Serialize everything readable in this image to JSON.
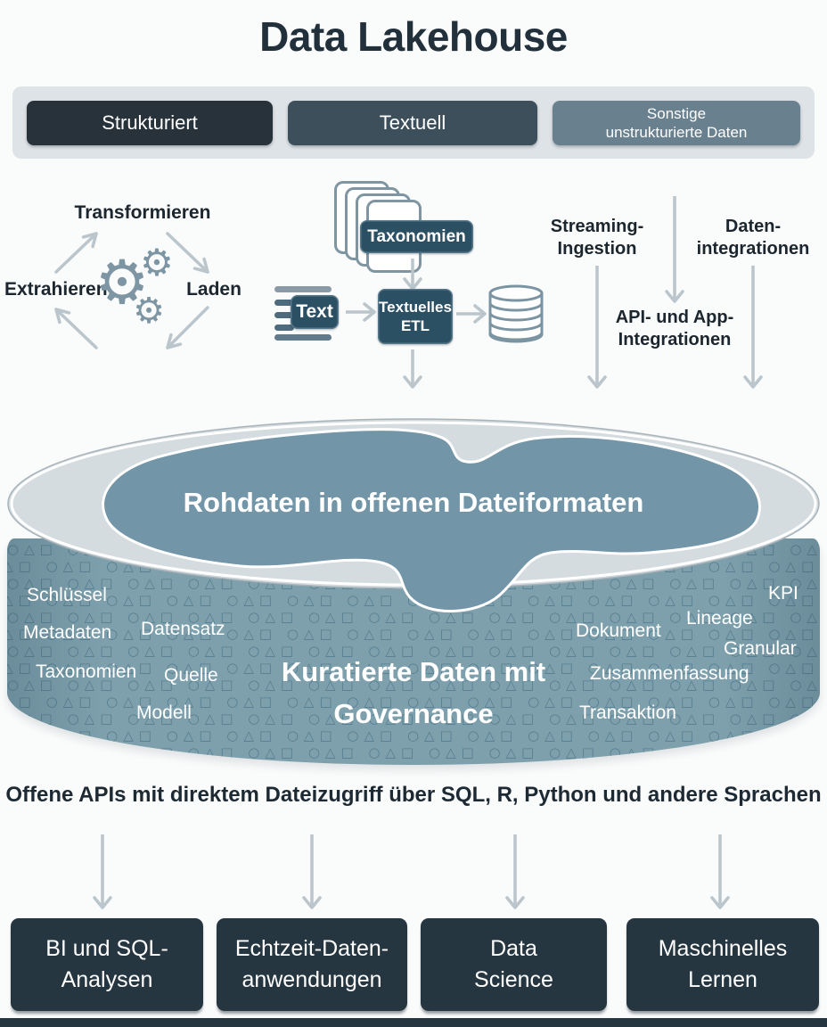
{
  "page": {
    "title": "Data Lakehouse"
  },
  "source_bar": {
    "items": [
      {
        "label": "Strukturiert"
      },
      {
        "label": "Textuell"
      },
      {
        "label": "Sonstige\nunstrukturierte Daten"
      }
    ]
  },
  "etl_cycle": {
    "top": "Transformieren",
    "left": "Extrahieren",
    "right": "Laden"
  },
  "text_pipeline": {
    "taxonomies_label": "Taxonomien",
    "text_label": "Text",
    "etl_label": "Textuelles\nETL"
  },
  "ingestion": {
    "streaming_label": "Streaming-\nIngestion",
    "data_integrations_label": "Daten-\nintegrationen",
    "api_app_label": "API- und App-\nIntegrationen"
  },
  "lake": {
    "raw_zone_label": "Rohdaten in offenen Dateiformaten",
    "curated_zone_label": "Kuratierte Daten mit\nGovernance",
    "pattern_glyphs": "○△□",
    "tags": [
      "Schlüssel",
      "Metadaten",
      "Datensatz",
      "Taxonomien",
      "Quelle",
      "Modell",
      "KPI",
      "Lineage",
      "Dokument",
      "Granular",
      "Zusammenfassung",
      "Transaktion"
    ]
  },
  "api_caption": "Offene APIs mit direktem Dateizugriff über SQL, R, Python und andere Sprachen",
  "consumers": [
    {
      "label": "BI und SQL-\nAnalysen"
    },
    {
      "label": "Echtzeit-Daten-\nanwendungen"
    },
    {
      "label": "Data\nScience"
    },
    {
      "label": "Maschinelles\nLernen"
    }
  ],
  "icons": {
    "gear": "⚙"
  },
  "colors": {
    "dark_box": "#263640",
    "teal_box": "#2b4f63",
    "lake_blob": "#7295a8",
    "lake_body": "#7ea0ad",
    "lake_rim": "#d5dcdf",
    "arrow": "#bac5cc",
    "bar_background": "#dee3e7"
  }
}
